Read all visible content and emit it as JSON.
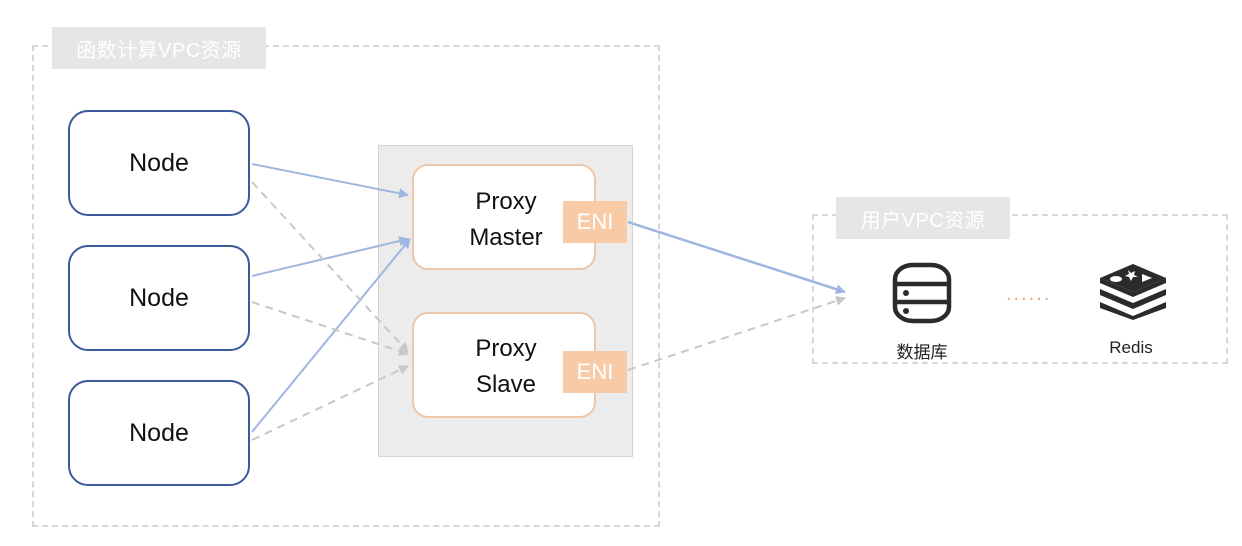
{
  "fc_region": {
    "label": "函数计算VPC资源"
  },
  "user_region": {
    "label": "用户VPC资源"
  },
  "nodes": [
    {
      "label": "Node"
    },
    {
      "label": "Node"
    },
    {
      "label": "Node"
    }
  ],
  "proxy_master": {
    "line1": "Proxy",
    "line2": "Master",
    "eni": "ENI"
  },
  "proxy_slave": {
    "line1": "Proxy",
    "line2": "Slave",
    "eni": "ENI"
  },
  "resources": {
    "database": {
      "label": "数据库",
      "icon": "database-icon"
    },
    "ellipsis": "......",
    "redis": {
      "label": "Redis",
      "icon": "redis-icon"
    }
  },
  "colors": {
    "node_border": "#3a5a9a",
    "active_arrow": "#9fb6e0",
    "standby_arrow": "#c8c8c8",
    "proxy_border": "#f0c6a8",
    "eni_fill": "#f8cba6",
    "region_label_bg": "#e6e6e6"
  }
}
